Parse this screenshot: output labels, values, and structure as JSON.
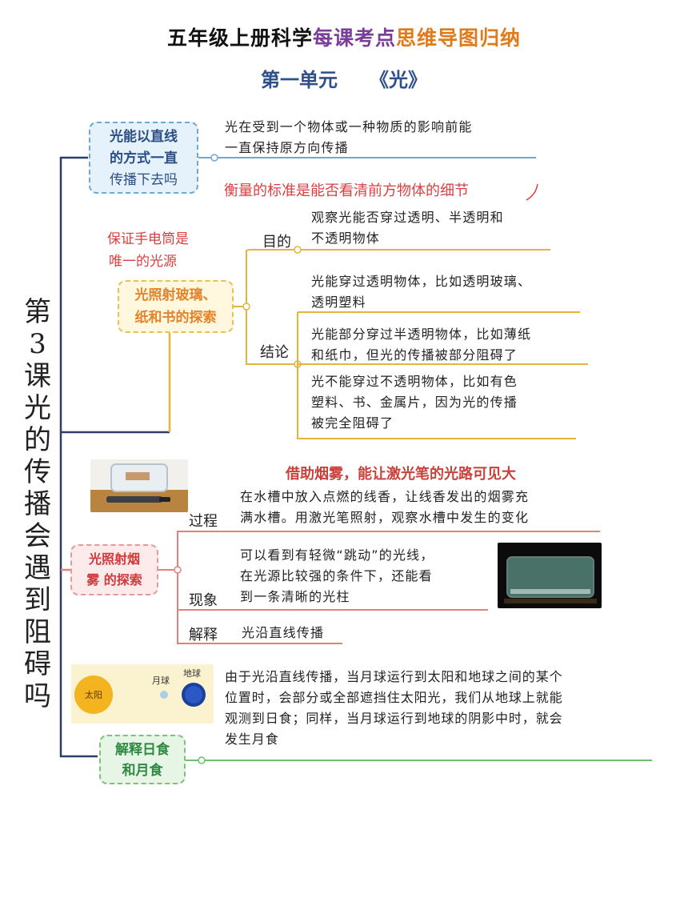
{
  "header": {
    "title_part1": "五年级上册科学",
    "title_part2": "每课考点",
    "title_part3": "思维导图归纳",
    "unit": "第一单元",
    "book": "《光》"
  },
  "lesson_title": "第3课光的传播会遇到阻碍吗",
  "colors": {
    "blue": "#2b4e86",
    "yellow": "#e4b340",
    "red": "#d03a3a",
    "green": "#2e8a42"
  },
  "branch1": {
    "node": [
      "光能以直线",
      "的方式一直",
      "传播下去吗"
    ],
    "answer": [
      "光在受到一个物体或一种物质的影响前能",
      "一直保持原方向传播"
    ]
  },
  "criterion_note": "衡量的标准是能否看清前方物体的细节",
  "branch2": {
    "note": [
      "保证手电筒是",
      "唯一的光源"
    ],
    "node": [
      "光照射玻璃、",
      "纸和书的探索"
    ],
    "purpose_label": "目的",
    "purpose": [
      "观察光能否穿过透明、半透明和",
      "不透明物体"
    ],
    "conclusion_label": "结论",
    "conclusion1": [
      "光能穿过透明物体，比如透明玻璃、",
      "透明塑料"
    ],
    "conclusion2": [
      "光能部分穿过半透明物体，比如薄纸",
      "和纸巾，但光的传播被部分阻碍了"
    ],
    "conclusion3": [
      "光不能穿过不透明物体，比如有色",
      "塑料、书、金属片，因为光的传播",
      "被完全阻碍了"
    ]
  },
  "branch3": {
    "highlight": "借助烟雾，能让激光笔的光路可见大",
    "node": [
      "光照射烟",
      "雾 的探索"
    ],
    "process_label": "过程",
    "process": [
      "在水槽中放入点燃的线香，让线香发出的烟雾充",
      "满水槽。用激光笔照射，观察水槽中发生的变化"
    ],
    "phenomenon_label": "现象",
    "phenomenon": [
      "可以看到有轻微“跳动”的光线，",
      "在光源比较强的条件下，还能看",
      "到一条清晰的光柱"
    ],
    "explain_label": "解释",
    "explain": "光沿直线传播"
  },
  "branch4": {
    "diagram": {
      "sun": "太阳",
      "moon": "月球",
      "earth": "地球"
    },
    "text": [
      "由于光沿直线传播，当月球运行到太阳和地球之间的某个",
      "位置时，会部分或全部遮挡住太阳光，我们从地球上就能",
      "观测到日食；同样，当月球运行到地球的阴影中时，就会",
      "发生月食"
    ],
    "node": [
      "解释日食",
      "和月食"
    ]
  }
}
